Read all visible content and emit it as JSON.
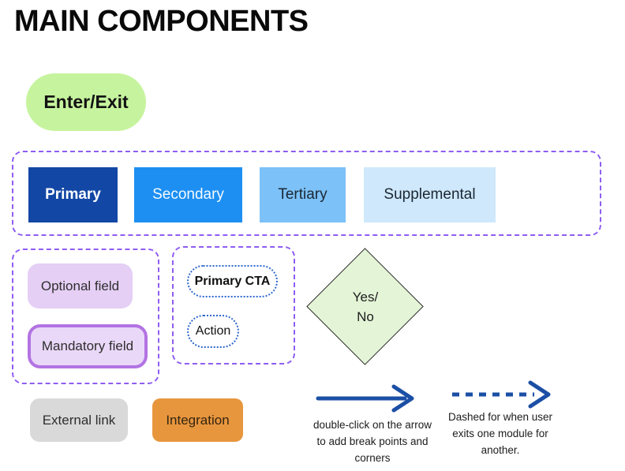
{
  "title": "MAIN COMPONENTS",
  "colors": {
    "enter_exit_green": "#c6f49e",
    "group_border_purple": "#8f5df2",
    "primary_blue": "#1247a5",
    "secondary_blue": "#1d8ff2",
    "tertiary_blue": "#7cc1f8",
    "supplemental_blue": "#cfe8fb",
    "optional_lavender": "#e5cff5",
    "mandatory_fill": "#ead8f8",
    "mandatory_border": "#b273e3",
    "cta_dotted_blue": "#2f68cc",
    "decision_green": "#e4f4d7",
    "external_gray": "#d9d9d9",
    "integration_orange": "#e8963e",
    "arrow_blue": "#1b4fa5"
  },
  "enter_exit": {
    "label": "Enter/Exit"
  },
  "buttons": [
    {
      "label": "Primary"
    },
    {
      "label": "Secondary"
    },
    {
      "label": "Tertiary"
    },
    {
      "label": "Supplemental"
    }
  ],
  "fields": {
    "optional": "Optional field",
    "mandatory": "Mandatory field"
  },
  "ctas": {
    "primary": "Primary CTA",
    "action": "Action"
  },
  "decision": {
    "line1": "Yes/",
    "line2": "No"
  },
  "external_link": {
    "label": "External link"
  },
  "integration": {
    "label": "Integration"
  },
  "arrows": {
    "solid": {
      "caption": [
        "double-click on the arrow",
        "to add break points and",
        "corners"
      ]
    },
    "dashed": {
      "caption": [
        "Dashed for when user",
        "exits one module for",
        "another."
      ]
    }
  }
}
